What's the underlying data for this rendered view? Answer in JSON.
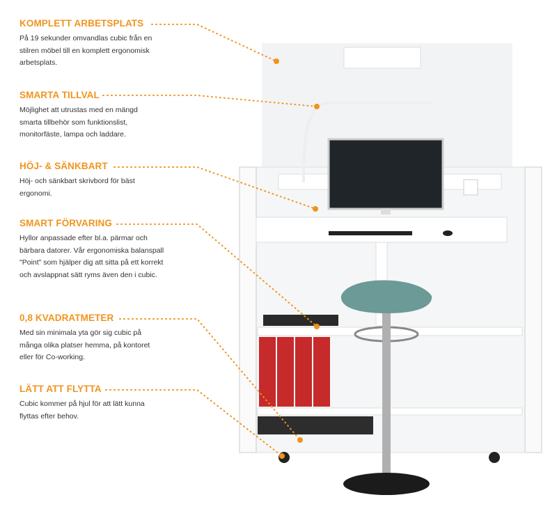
{
  "accent_color": "#f0941e",
  "features": [
    {
      "title": "KOMPLETT ARBETSPLATS",
      "text": "På 19 sekunder omvandlas cubic från en stilren möbel till en komplett ergonomisk arbetsplats."
    },
    {
      "title": "SMARTA TILLVAL",
      "text": "Möjlighet att utrustas med en mängd smarta tillbehör som funktionslist, monitorfäste, lampa och laddare."
    },
    {
      "title": "HÖJ- & SÄNKBART",
      "text": "Höj- och sänkbart skrivbord för bäst ergonomi."
    },
    {
      "title": "SMART FÖRVARING",
      "text": "Hyllor anpassade efter bl.a. pärmar och bärbara datorer.  Vår ergonomiska balanspall \"Point\" som hjälper dig att sitta på ett korrekt och avslappnat sätt ryms även den i cubic."
    },
    {
      "title": "0,8 KVADRATMETER",
      "text": "Med sin minimala yta gör sig cubic på många olika platser hemma, på kontoret eller för Co-working."
    },
    {
      "title": "LÄTT ATT FLYTTA",
      "text": "Cubic kommer på hjul för att lätt kunna flyttas efter behov."
    }
  ]
}
